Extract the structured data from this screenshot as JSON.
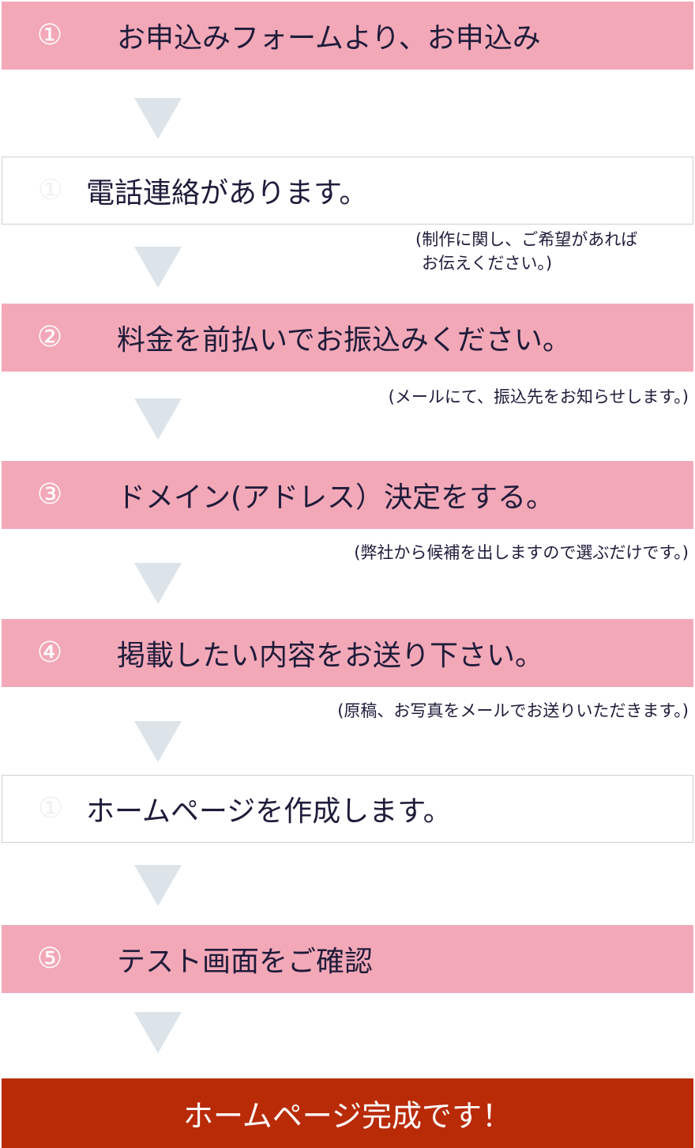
{
  "steps": [
    {
      "number": "①",
      "label": "お申込みフォームより、お申込み"
    },
    {
      "number": "①",
      "label": "電話連絡があります。"
    },
    {
      "number": "②",
      "label": "料金を前払いでお振込みください。"
    },
    {
      "number": "③",
      "label": "ドメイン(アドレス）決定をする。"
    },
    {
      "number": "④",
      "label": "掲載したい内容をお送り下さい。"
    },
    {
      "number": "①",
      "label": "ホームページを作成します。"
    },
    {
      "number": "⑤",
      "label": "テスト画面をご確認"
    }
  ],
  "notes": {
    "note1_line1": "(制作に関し、ご希望があれば",
    "note1_line2": "お伝えください。)",
    "note2": "(メールにて、振込先をお知らせします。)",
    "note3": "(弊社から候補を出しますので選ぶだけです。)",
    "note4": "(原稿、お写真をメールでお送りいただきます。)"
  },
  "final": {
    "label": "ホームページ完成です！"
  },
  "colors": {
    "pink_step": "#f3a8b8",
    "arrow": "#dce4ea",
    "final": "#b92b07",
    "text": "#1e1c3a"
  }
}
